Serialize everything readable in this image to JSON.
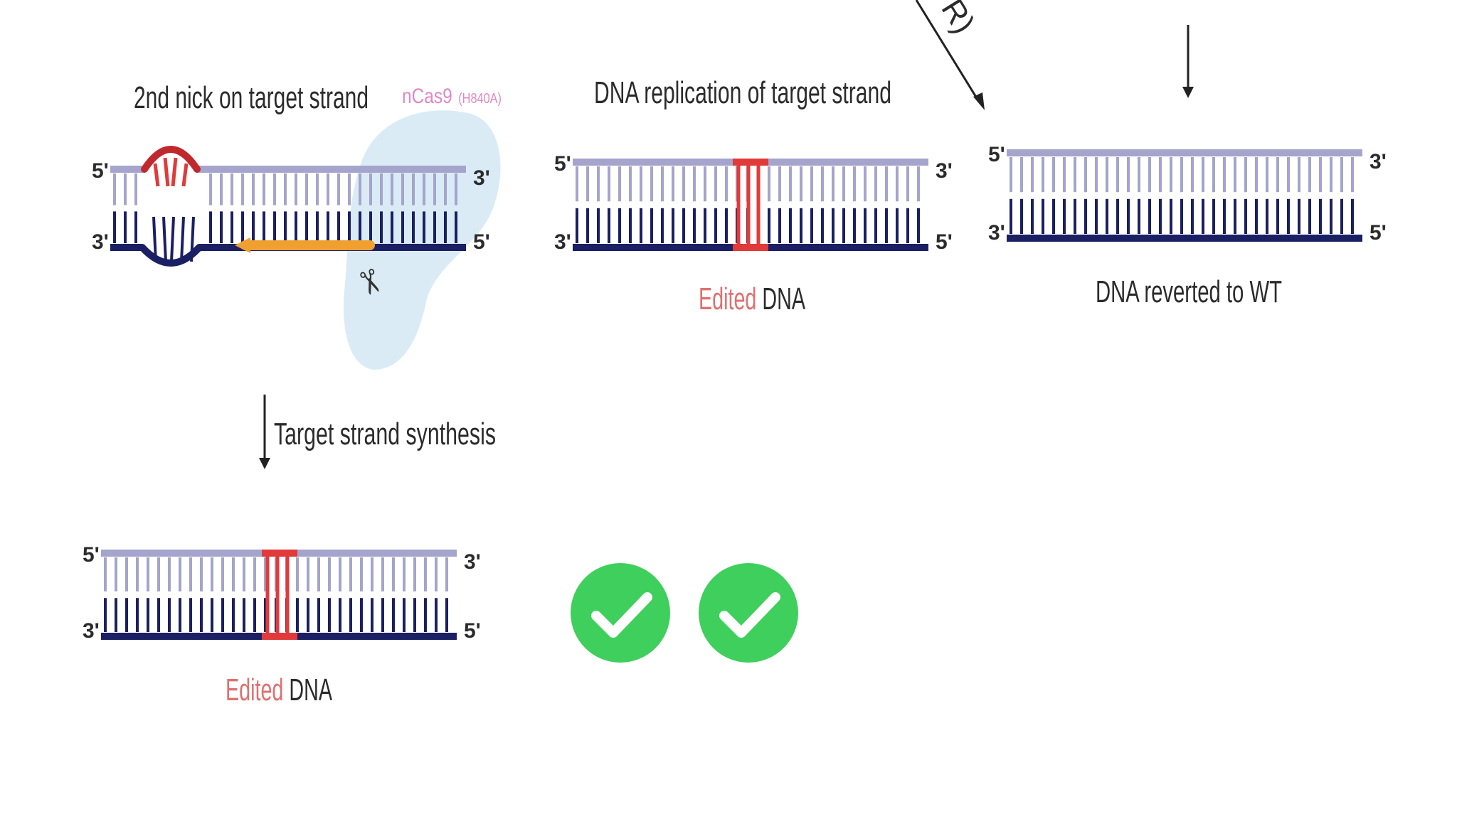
{
  "strand_ends": {
    "five": "5'",
    "three": "3'"
  },
  "panels": {
    "nick": {
      "title": "2nd nick on target strand",
      "enzyme": "nCas9",
      "enzyme_variant": "(H840A)"
    },
    "synthesis": {
      "arrow_label": "Target strand synthesis"
    },
    "edited_left": {
      "caption_highlight": "Edited",
      "caption_rest": " DNA"
    },
    "replication": {
      "title": "DNA replication of target strand"
    },
    "edited_center": {
      "caption_highlight": "Edited",
      "caption_rest": " DNA"
    },
    "mmr": {
      "fragment": "R)"
    },
    "reverted": {
      "caption": "DNA reverted to WT"
    }
  },
  "checks": [
    {
      "icon": "checkmark-icon"
    },
    {
      "icon": "checkmark-icon"
    }
  ],
  "colors": {
    "top_strand": "#a4a4cc",
    "bottom_strand": "#1b1f63",
    "edit": "#e03a3a",
    "edit_text": "#e07070",
    "guide": "#f0a030",
    "cas9_blob": "#d3e7f3",
    "enzyme_text": "#e089c4",
    "check": "#3fcf5c"
  }
}
